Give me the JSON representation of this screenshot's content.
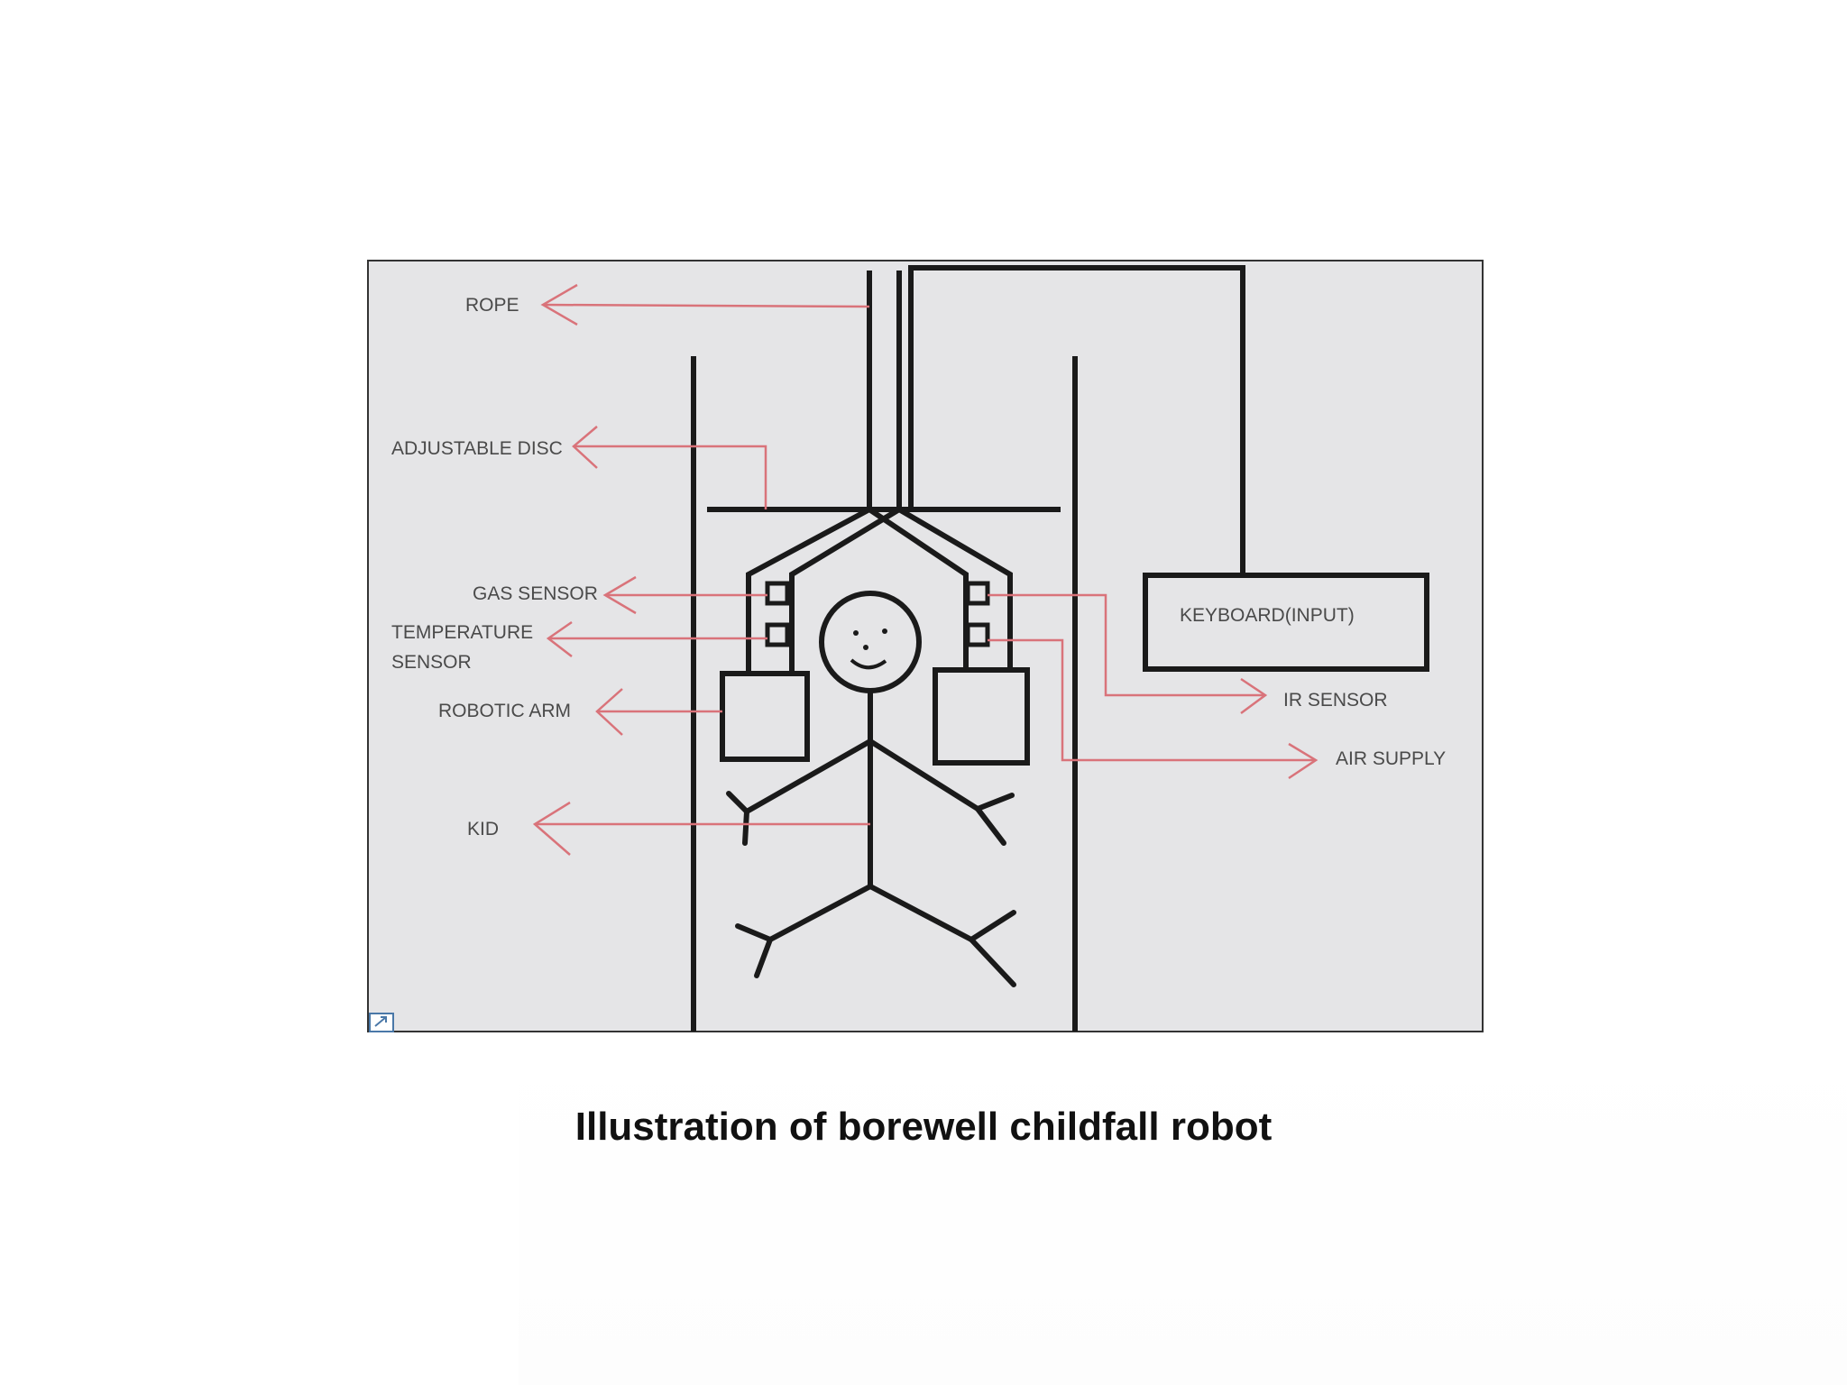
{
  "diagram": {
    "labels": {
      "rope": "ROPE",
      "adjustable_disc": "ADJUSTABLE DISC",
      "gas_sensor": "GAS SENSOR",
      "temperature_line1": "TEMPERATURE",
      "temperature_line2": "SENSOR",
      "robotic_arm": "ROBOTIC ARM",
      "kid": "KID",
      "keyboard": "KEYBOARD(INPUT)",
      "ir_sensor": "IR SENSOR",
      "air_supply": "AIR SUPPLY"
    },
    "colors": {
      "panel": "#e5e5e7",
      "stroke": "#1a1a1a",
      "arrow": "#d9737a",
      "label": "#4a4a4a"
    }
  },
  "caption": "Illustration of borewell childfall robot"
}
